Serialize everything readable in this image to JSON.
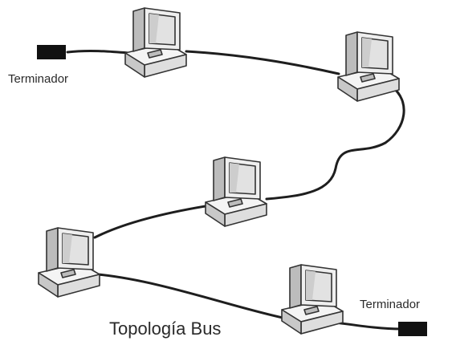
{
  "diagram": {
    "title": "Topología Bus",
    "terminator_left_label": "Terminador",
    "terminator_right_label": "Terminador"
  },
  "colors": {
    "cable": "#1e1e1e",
    "terminator": "#111111",
    "computer_body": "#f2f2f2",
    "computer_side": "#cfcfcf",
    "screen": "#e6e6e6"
  },
  "nodes": {
    "computers": [
      "computer-icon",
      "computer-icon",
      "computer-icon",
      "computer-icon",
      "computer-icon"
    ],
    "terminators": [
      "terminator-icon",
      "terminator-icon"
    ]
  }
}
